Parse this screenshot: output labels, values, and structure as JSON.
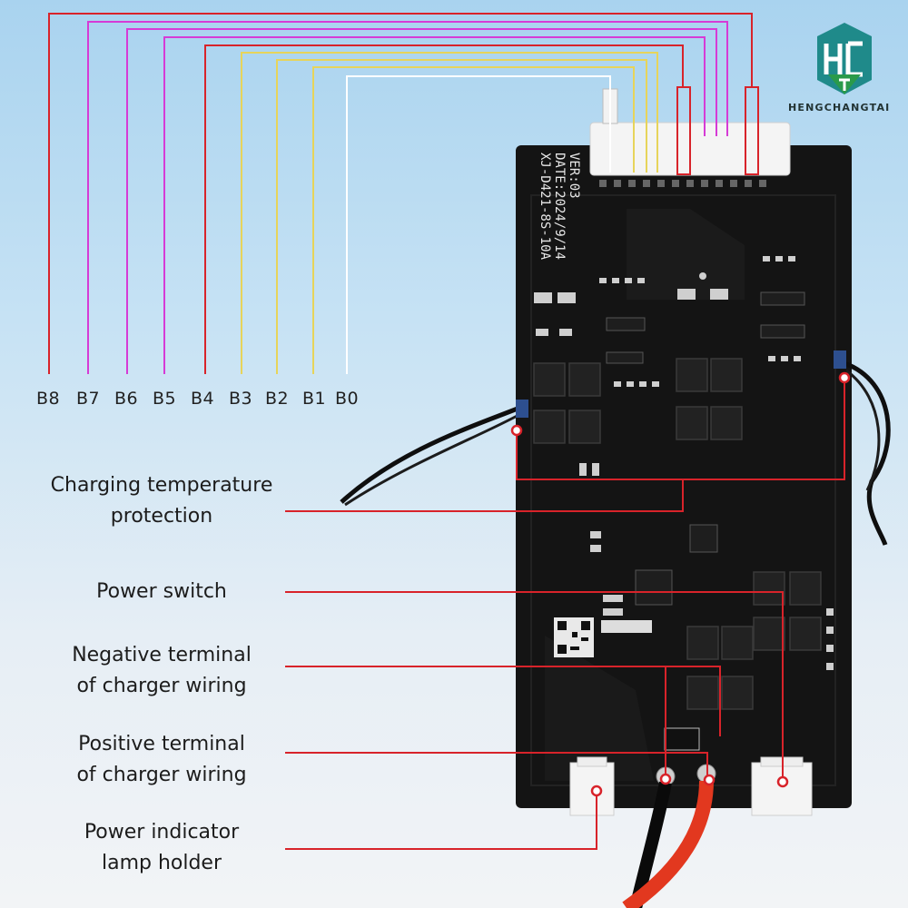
{
  "brand": {
    "logo_letters": "HCT",
    "name": "HENGCHANGTAI"
  },
  "board": {
    "silk_lines": [
      "XJ-D421-8S-10A",
      "DATE:2024/9/14",
      "VER:03"
    ]
  },
  "pins": [
    "B8",
    "B7",
    "B6",
    "B5",
    "B4",
    "B3",
    "B2",
    "B1",
    "B0"
  ],
  "callouts": {
    "charging_temp": [
      "Charging temperature",
      "protection"
    ],
    "power_switch": [
      "Power switch"
    ],
    "negative_terminal": [
      "Negative terminal",
      "of charger wiring"
    ],
    "positive_terminal": [
      "Positive terminal",
      "of charger wiring"
    ],
    "power_indicator": [
      "Power indicator",
      "lamp holder"
    ]
  },
  "colors": {
    "red_wire": "#d8232a",
    "magenta_wire": "#d63bd6",
    "yellow_wire": "#e7d45a",
    "white_wire": "#ffffff",
    "board": "#141414",
    "logo_teal": "#1f8a8a",
    "logo_green": "#2a9a4a"
  }
}
